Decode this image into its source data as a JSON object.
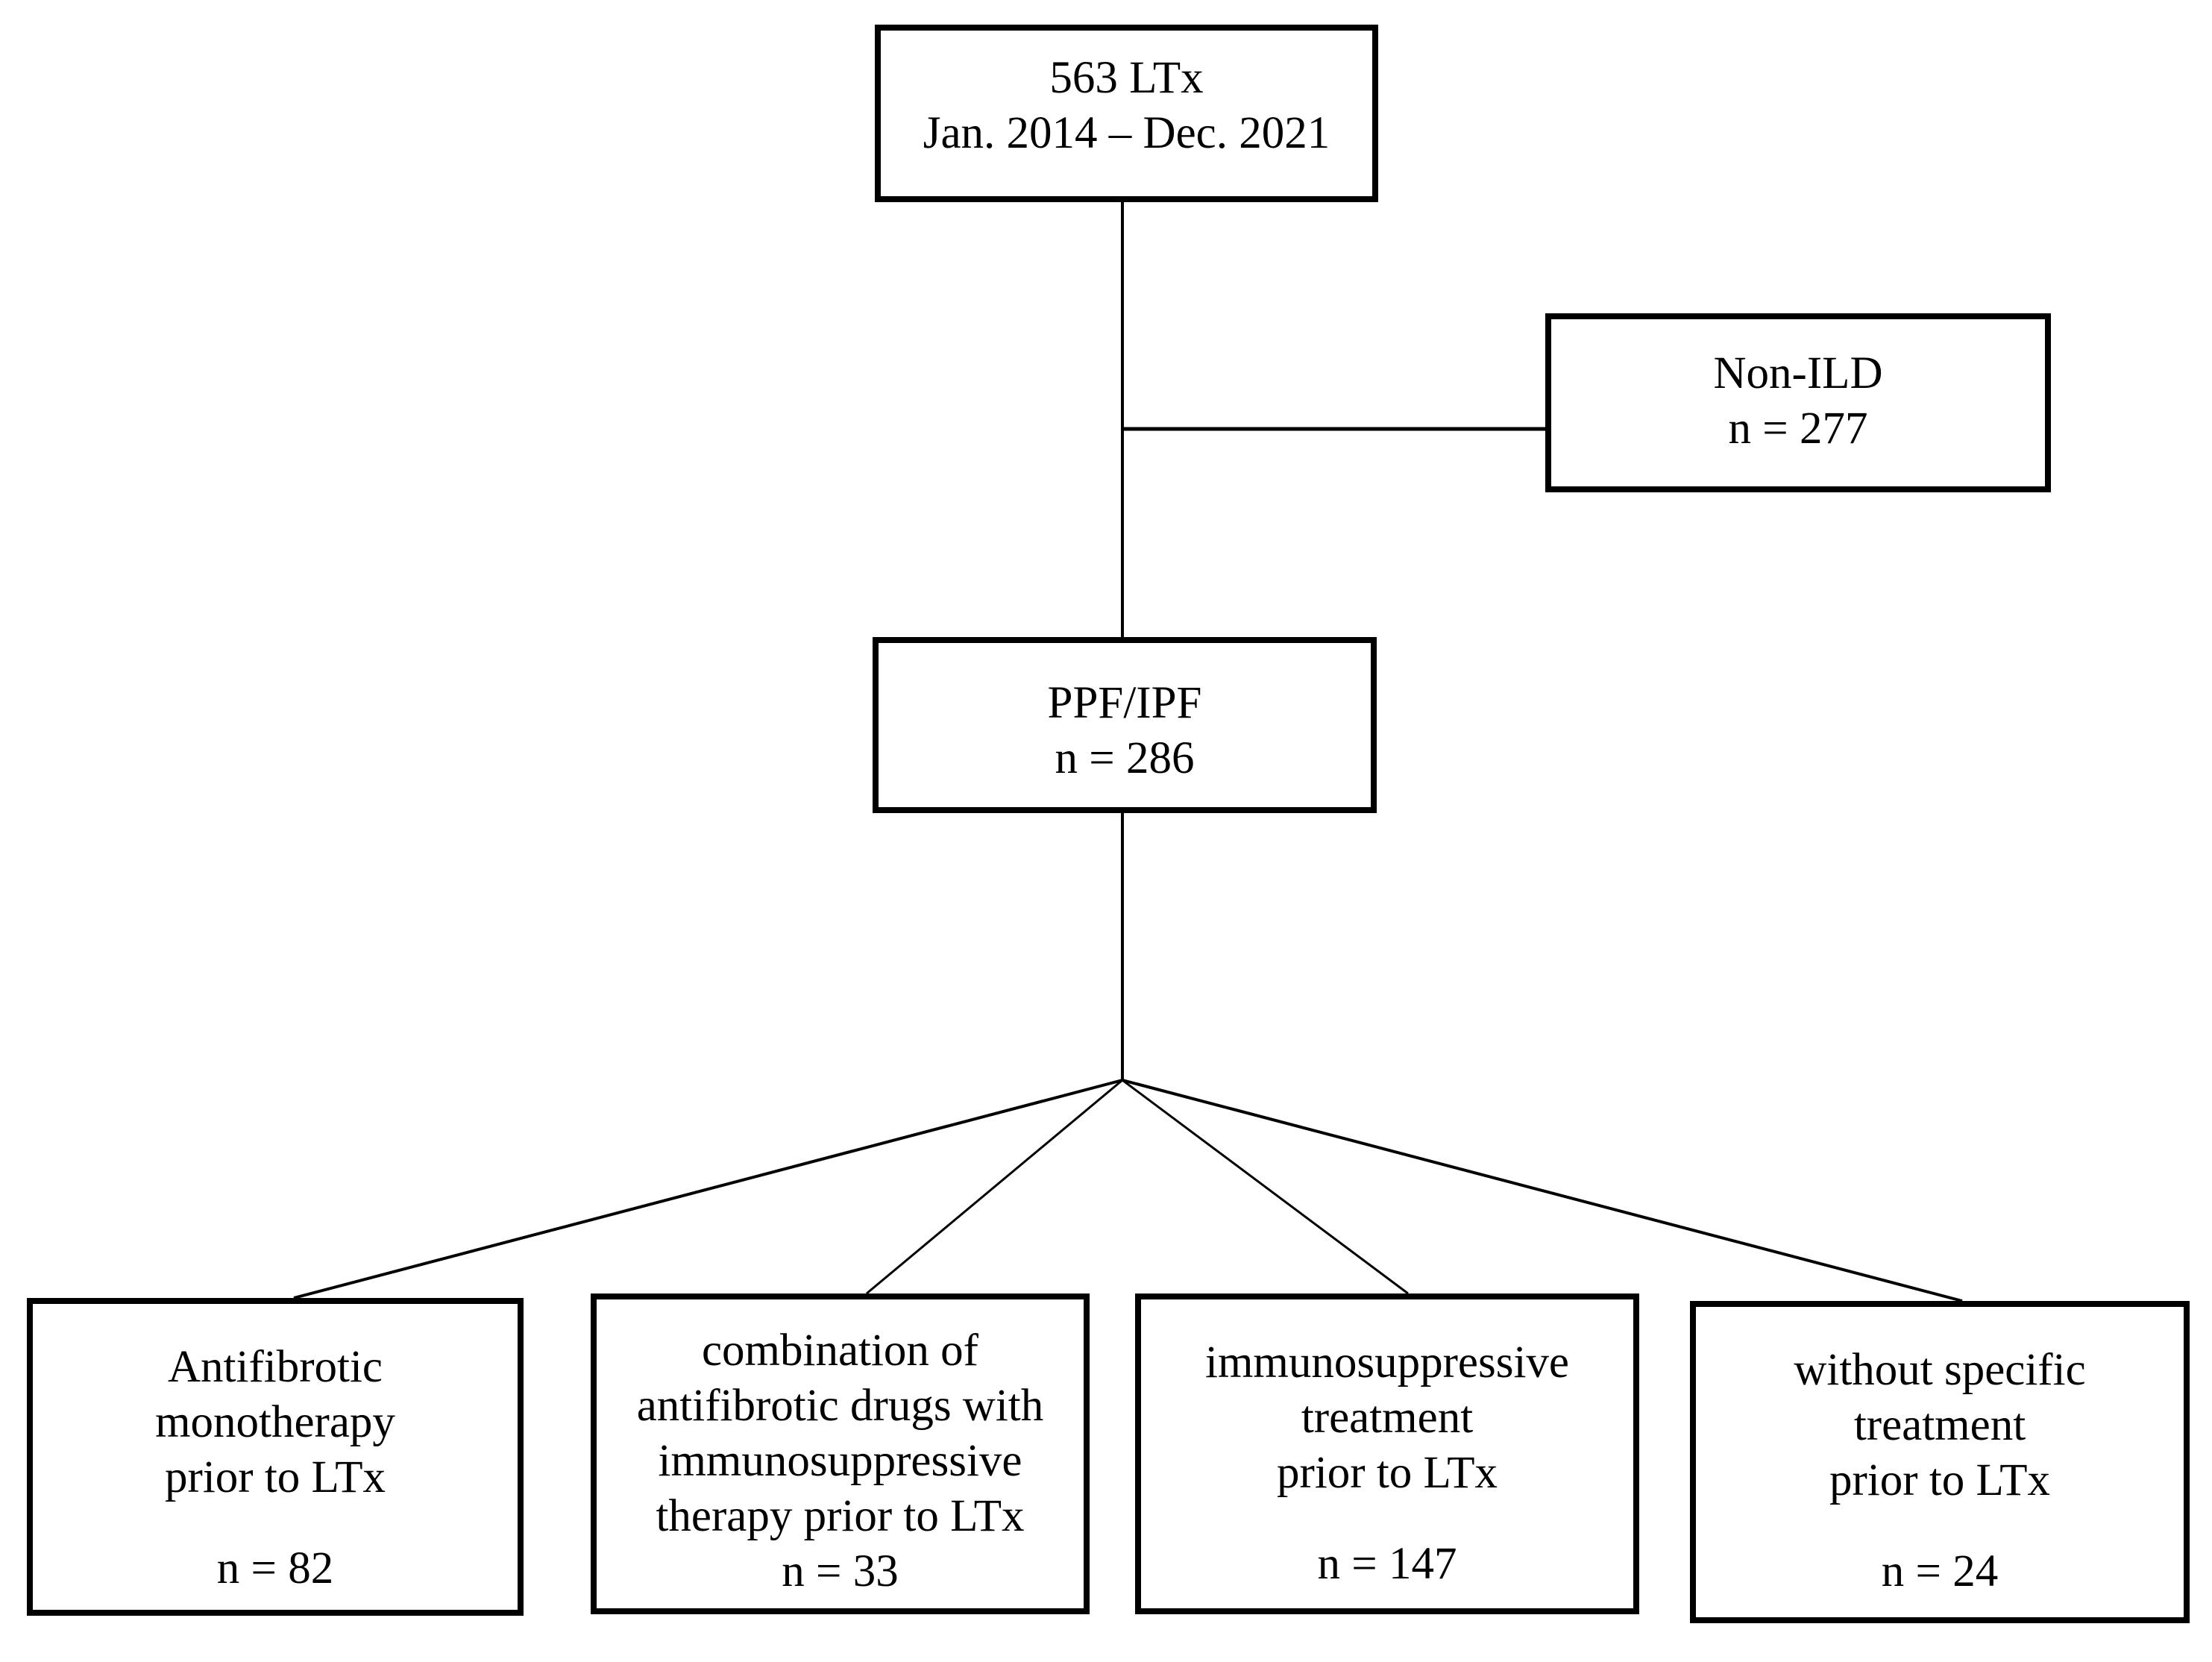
{
  "figure": {
    "type": "flowchart",
    "background": "#ffffff",
    "line_color": "#000000",
    "box_border_color": "#000000",
    "text_color": "#000000"
  },
  "nodes": {
    "root": {
      "title": "563 LTx",
      "subtitle": "Jan. 2014 – Dec. 2021"
    },
    "non_ild": {
      "title": "Non-ILD",
      "count": "n = 277"
    },
    "ppf_ipf": {
      "title": "PPF/IPF",
      "count": "n = 286"
    },
    "antifibrotic_monotherapy": {
      "lines": [
        "Antifibrotic",
        "monotherapy",
        "prior to LTx"
      ],
      "count": "n = 82"
    },
    "combination_therapy": {
      "lines": [
        "combination of",
        "antifibrotic drugs with",
        "immunosuppressive",
        "therapy prior to LTx"
      ],
      "count": "n = 33"
    },
    "immunosuppressive_treatment": {
      "lines": [
        "immunosuppressive",
        "treatment",
        "prior to LTx"
      ],
      "count": "n = 147"
    },
    "without_specific_treatment": {
      "lines": [
        "without specific",
        "treatment",
        "prior to LTx"
      ],
      "count": "n = 24"
    }
  }
}
